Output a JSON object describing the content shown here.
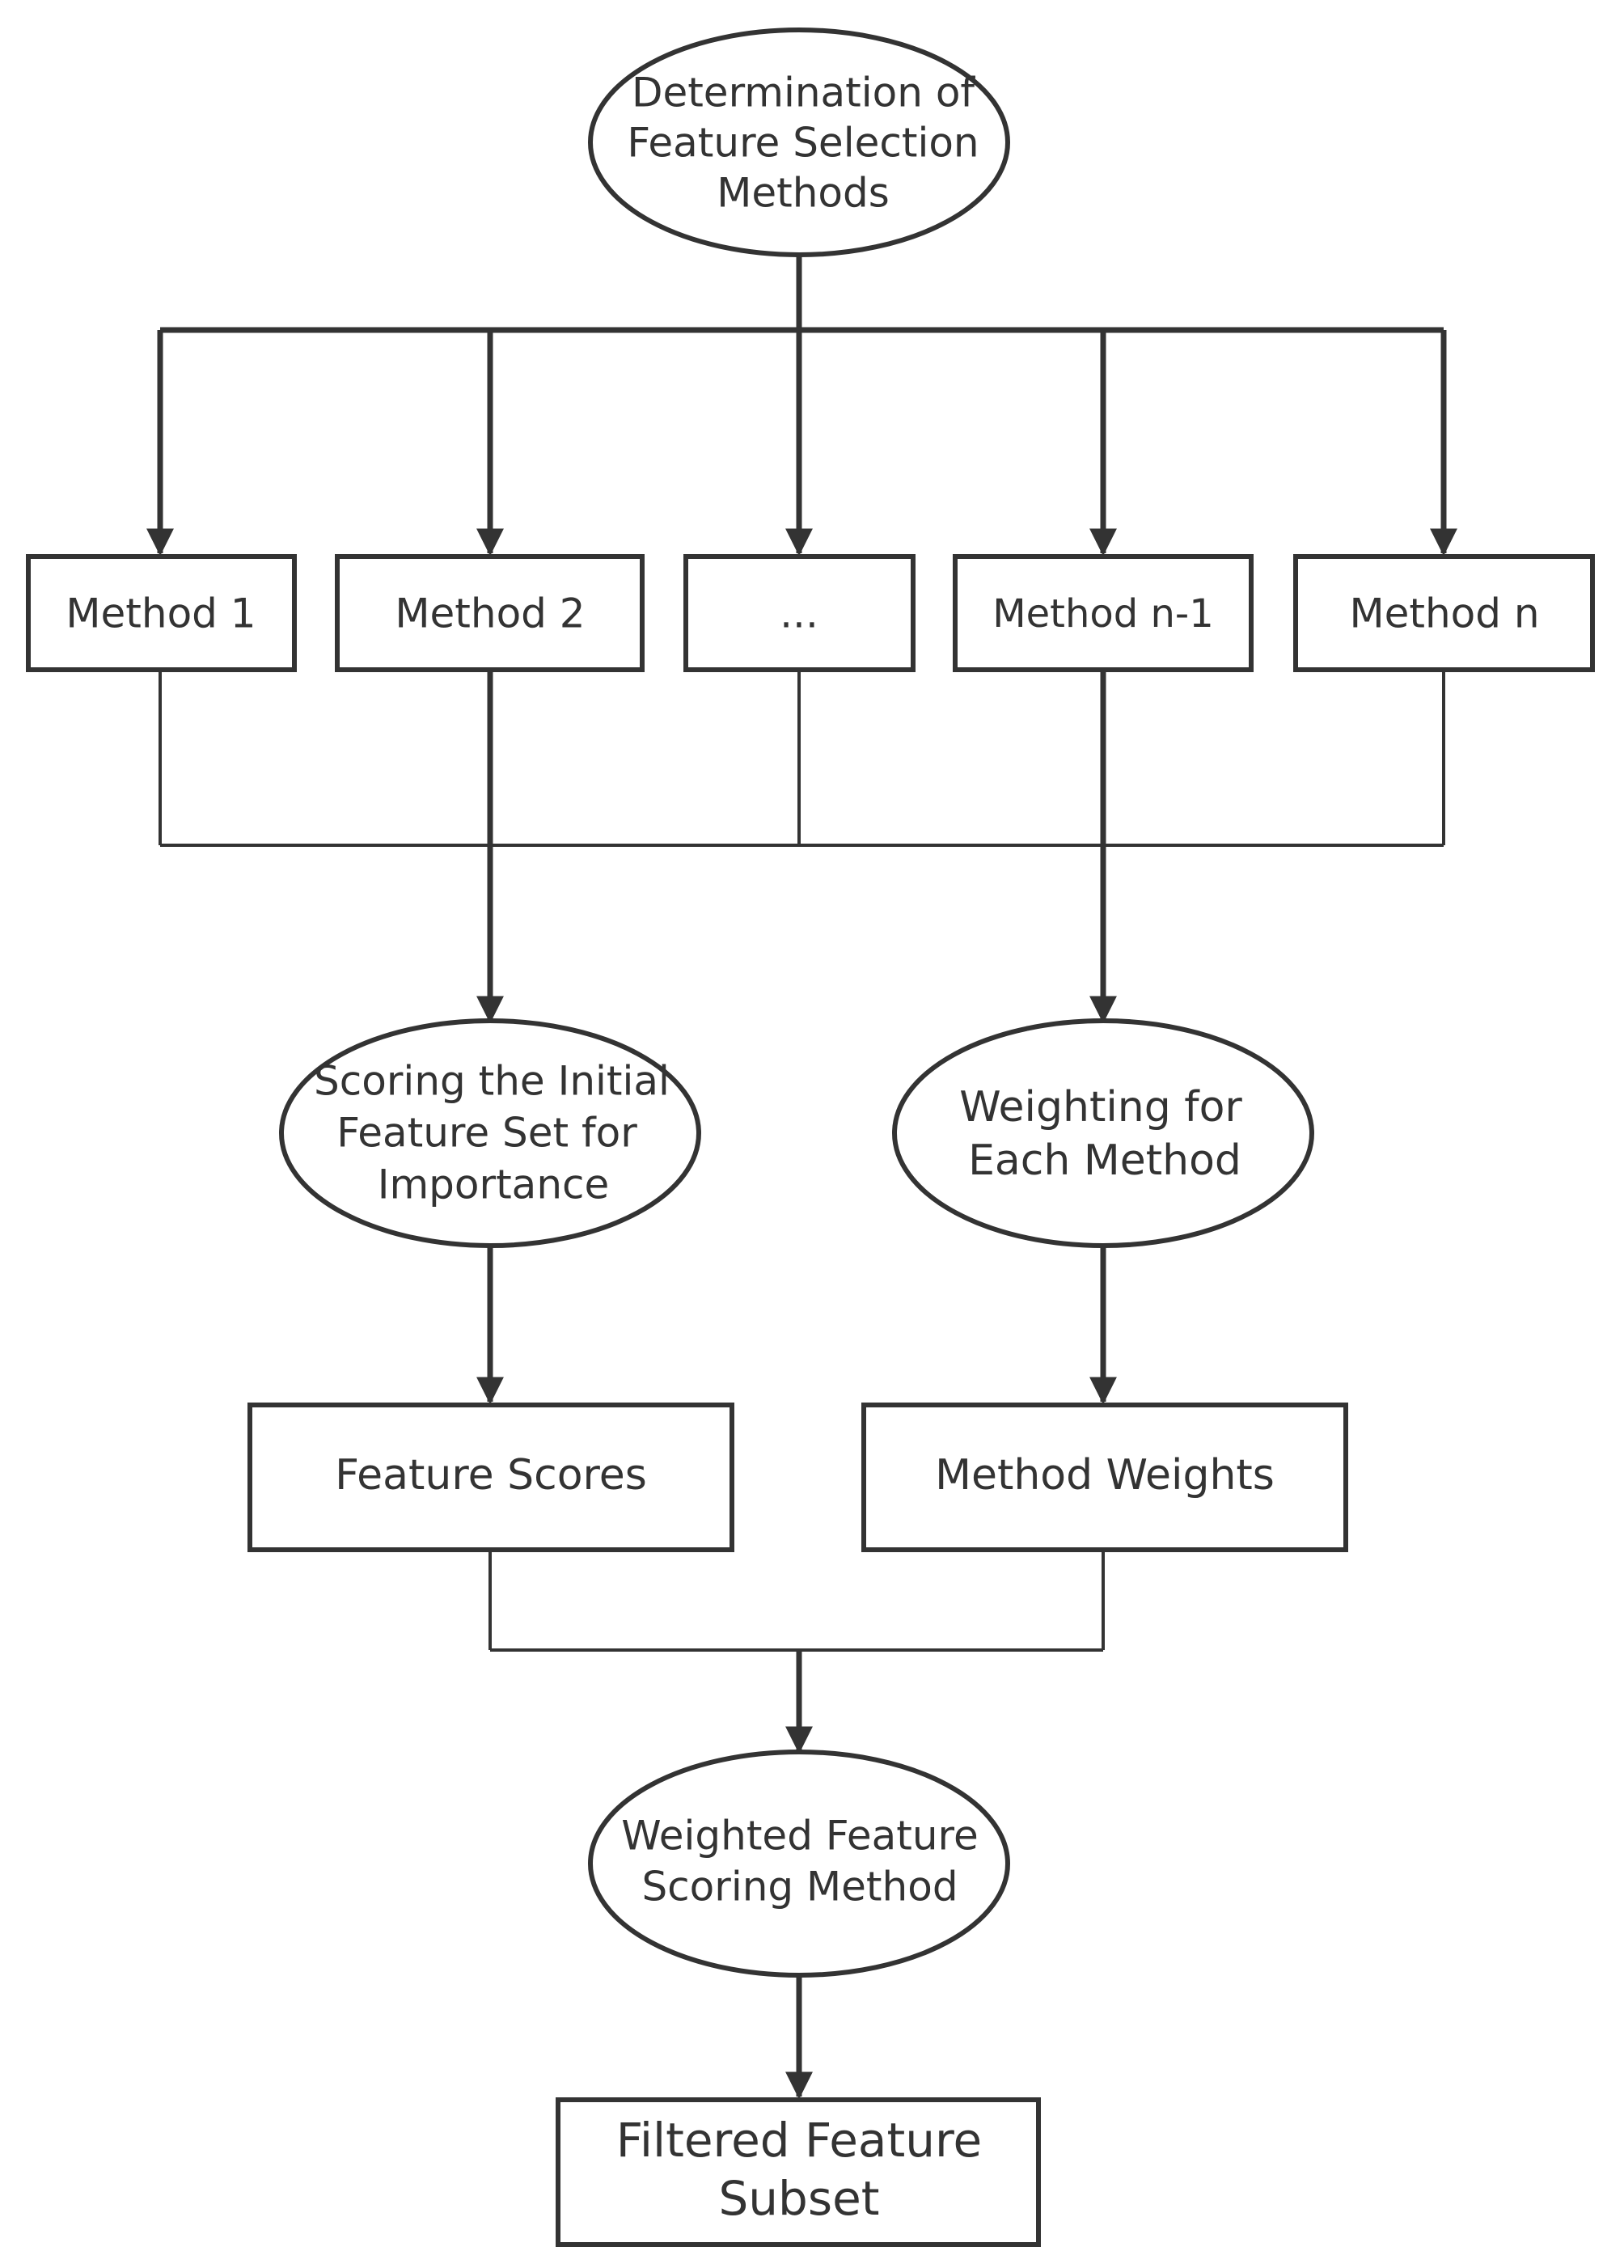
{
  "diagram": {
    "nodes": {
      "determination": {
        "lines": [
          "Determination of",
          "Feature Selection",
          "Methods"
        ]
      },
      "method_1": {
        "label": "Method 1"
      },
      "method_2": {
        "label": "Method 2"
      },
      "method_ellipsis": {
        "label": "..."
      },
      "method_n_minus_1": {
        "label": "Method n-1"
      },
      "method_n": {
        "label": "Method n"
      },
      "scoring": {
        "lines": [
          "Scoring the Initial",
          "Feature Set for",
          "Importance"
        ]
      },
      "weighting": {
        "lines": [
          "Weighting for",
          "Each Method"
        ]
      },
      "feature_scores": {
        "label": "Feature Scores"
      },
      "method_weights": {
        "label": "Method Weights"
      },
      "weighted_scoring": {
        "lines": [
          "Weighted Feature",
          "Scoring Method"
        ]
      },
      "filtered_subset": {
        "lines": [
          "Filtered Feature",
          "Subset"
        ]
      }
    },
    "colors": {
      "stroke": "#333333",
      "fill": "#ffffff",
      "text": "#333333"
    }
  }
}
